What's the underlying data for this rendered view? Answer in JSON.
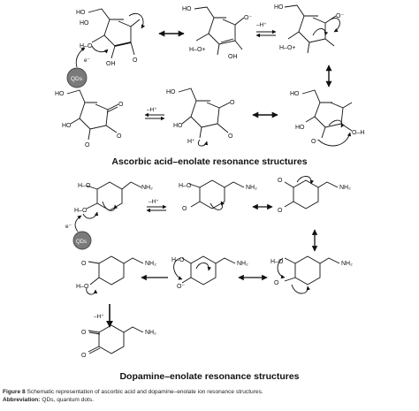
{
  "figure": {
    "section_titles": {
      "ascorbic": "Ascorbic acid–enolate resonance structures",
      "dopamine": "Dopamine–enolate resonance structures"
    },
    "caption": {
      "label": "Figure 8",
      "text": "Schematic representation of ascorbic acid and dopamine–enolate ion resonance structures.",
      "abbr_label": "Abbreviation:",
      "abbr_text": "QDs, quantum dots."
    }
  },
  "labels": {
    "qds": "QDs",
    "electron": "e⁻",
    "minus_h": "–H⁺",
    "ho": "HO",
    "h_o": "H–O",
    "o_h": "O–H",
    "h_o_plus": "H–O+",
    "o": "O",
    "o_minus": "O⁻",
    "oh": "OH",
    "nh2": "NH₂",
    "h_plus": "H⁺",
    "o_plus": "O+"
  }
}
